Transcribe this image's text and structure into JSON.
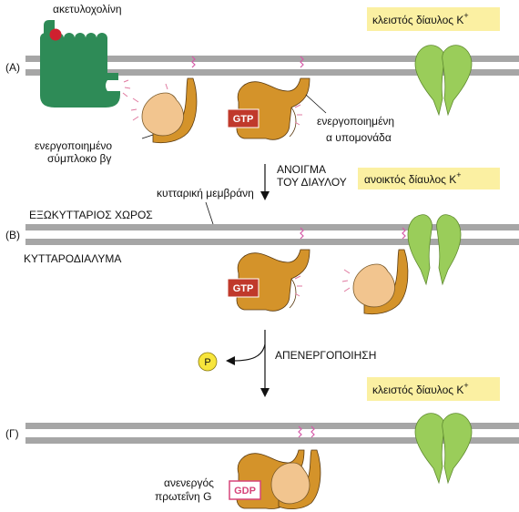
{
  "panels": {
    "a": "(A)",
    "b": "(B)",
    "c": "(Γ)"
  },
  "labels": {
    "acetylcholine": "ακετυλοχολίνη",
    "closed_channel": "κλειστός δίαυλος K",
    "open_channel": "ανοικτός δίαυλος K",
    "channel_sup": "+",
    "activated_bg_line1": "ενεργοποιημένο",
    "activated_bg_line2": "σύμπλοκο βγ",
    "activated_alpha_line1": "ενεργοποιημένη",
    "activated_alpha_line2": "α υπομονάδα",
    "cell_membrane": "κυτταρική μεμβράνη",
    "extracellular": "ΕΞΩΚΥΤΤΑΡΙΟΣ ΧΩΡΟΣ",
    "cytosol": "ΚΥΤΤΑΡΟΔΙΑΛΥΜΑ",
    "opening_line1": "ΑΝΟΙΓΜΑ",
    "opening_line2": "ΤΟΥ ΔΙΑΥΛΟΥ",
    "inactivation": "ΑΠΕΝΕΡΓΟΠΟΙΗΣΗ",
    "phosphate": "P",
    "gtp": "GTP",
    "gdp": "GDP",
    "inactive_g_line1": "ανενεργός",
    "inactive_g_line2": "πρωτεΐνη G"
  },
  "colors": {
    "membrane": "#a6a6a6",
    "receptor_green": "#2e8b57",
    "channel_green": "#9acd5a",
    "g_alpha_orange": "#d4932a",
    "g_beta_tan": "#f2c58f",
    "gtp_red": "#c0392b",
    "gdp_pink": "#d6457a",
    "ligand_red": "#d0202f",
    "tag_yellow": "#fbf0a2",
    "phosphate_yellow": "#f7e53c",
    "lipid_pink": "#d65aa8"
  }
}
